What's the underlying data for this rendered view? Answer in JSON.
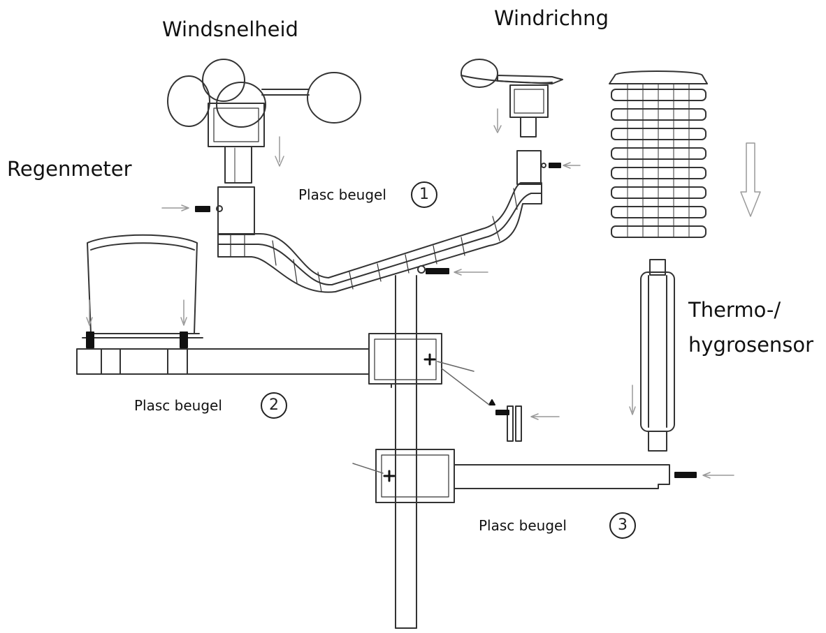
{
  "labels": {
    "windsnelheid": "Windsnelheid",
    "windrichting": "Windrichng",
    "regenmeter": "Regenmeter",
    "thermo_line1": "Thermo-/",
    "thermo_line2": "hygrosensor",
    "bracket1": "Plasc beugel",
    "bracket2": "Plasc beugel",
    "bracket3": "Plasc beugel"
  },
  "numbers": {
    "n1": "1",
    "n2": "2",
    "n3": "3"
  },
  "colors": {
    "line": "#333333",
    "arrow": "#aaaaaa",
    "screw": "#111111"
  }
}
